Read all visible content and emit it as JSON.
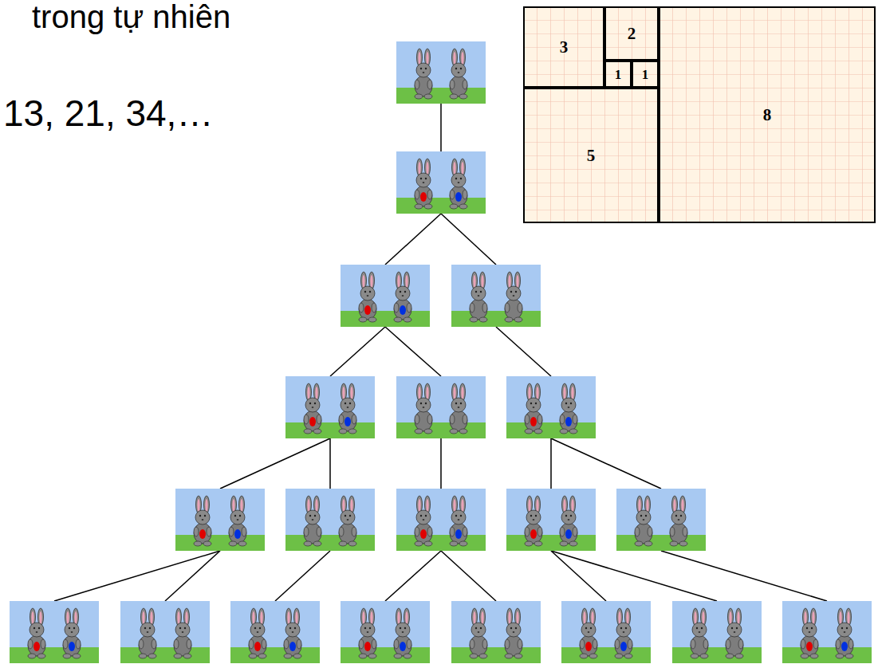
{
  "diagram": {
    "nodes": [
      {
        "text": [
          "3"
        ]
      },
      {
        "text": [
          "2"
        ]
      },
      {
        "text": [
          "1"
        ]
      },
      {
        "text": [
          "1"
        ]
      },
      {
        "text": [
          "5"
        ]
      },
      {
        "text": [
          "8"
        ]
      }
    ],
    "labels": [
      "trong tự nhiên",
      "13, 21, 34,…"
    ]
  }
}
